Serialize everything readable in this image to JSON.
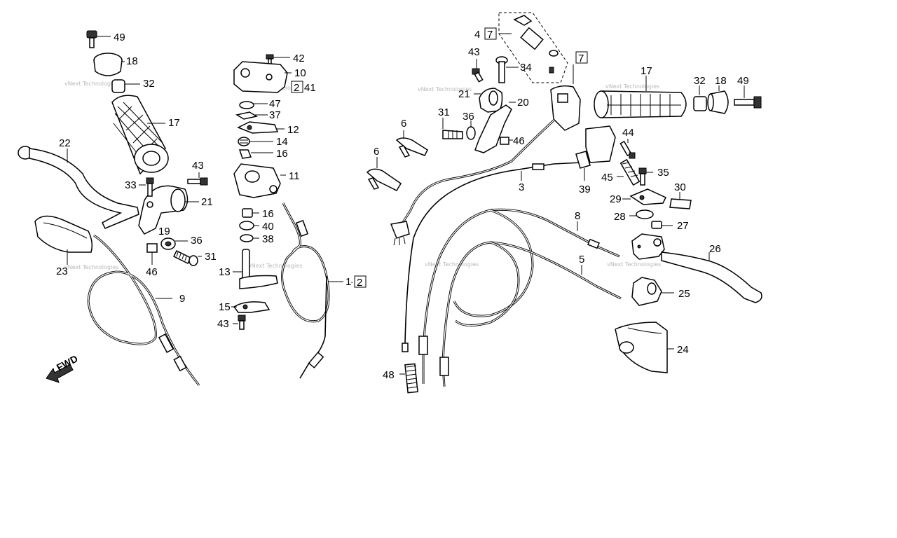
{
  "watermark": "vNext Technologies",
  "fwd_label": "FWD",
  "ref_box_labels": {
    "b2_41": "2",
    "b2_1": "2",
    "b7_4": "7",
    "b7_top": "7"
  },
  "callouts": {
    "c49a": "49",
    "c18a": "18",
    "c32a": "32",
    "c17a": "17",
    "c22": "22",
    "c43a": "43",
    "c33": "33",
    "c21a": "21",
    "c19": "19",
    "c36a": "36",
    "c31a": "31",
    "c23": "23",
    "c46a": "46",
    "c9": "9",
    "c42": "42",
    "c10": "10",
    "c41": "41",
    "c47": "47",
    "c37": "37",
    "c12": "12",
    "c14": "14",
    "c16a": "16",
    "c11": "11",
    "c16b": "16",
    "c40": "40",
    "c38": "38",
    "c13": "13",
    "c15": "15",
    "c43b": "43",
    "c1": "1",
    "c4": "4",
    "c43c": "43",
    "c34": "34",
    "c21b": "21",
    "c20": "20",
    "c31b": "31",
    "c36b": "36",
    "c46b": "46",
    "c6a": "6",
    "c6b": "6",
    "c3": "3",
    "c39": "39",
    "c48": "48",
    "c8": "8",
    "c5": "5",
    "c17b": "17",
    "c32b": "32",
    "c18b": "18",
    "c49b": "49",
    "c44": "44",
    "c45": "45",
    "c35": "35",
    "c29": "29",
    "c30": "30",
    "c28": "28",
    "c27": "27",
    "c26": "26",
    "c25": "25",
    "c24": "24"
  }
}
